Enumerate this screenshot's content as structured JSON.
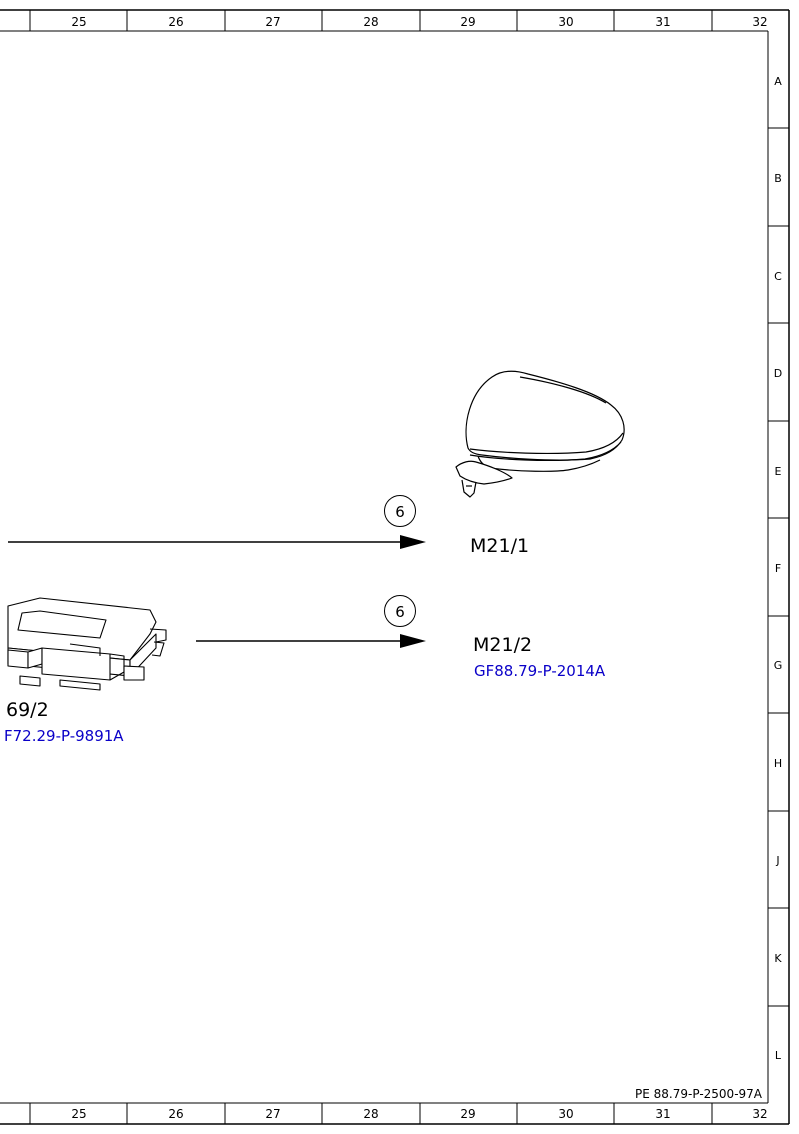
{
  "ruler": {
    "columns": [
      "25",
      "26",
      "27",
      "28",
      "29",
      "30",
      "31",
      "32"
    ],
    "rows": [
      "A",
      "B",
      "C",
      "D",
      "E",
      "F",
      "G",
      "H",
      "J",
      "K",
      "L"
    ]
  },
  "components": {
    "mirror_left": {
      "label": "M21/1",
      "callout": "6"
    },
    "mirror_right": {
      "label": "M21/2",
      "ref": "GF88.79-P-2014A",
      "callout": "6"
    },
    "control_unit": {
      "label": "69/2",
      "ref": "F72.29-P-9891A"
    }
  },
  "footer": {
    "doc_id": "PE 88.79-P-2500-97A"
  },
  "colors": {
    "link": "#0a00c8",
    "line": "#000000"
  }
}
